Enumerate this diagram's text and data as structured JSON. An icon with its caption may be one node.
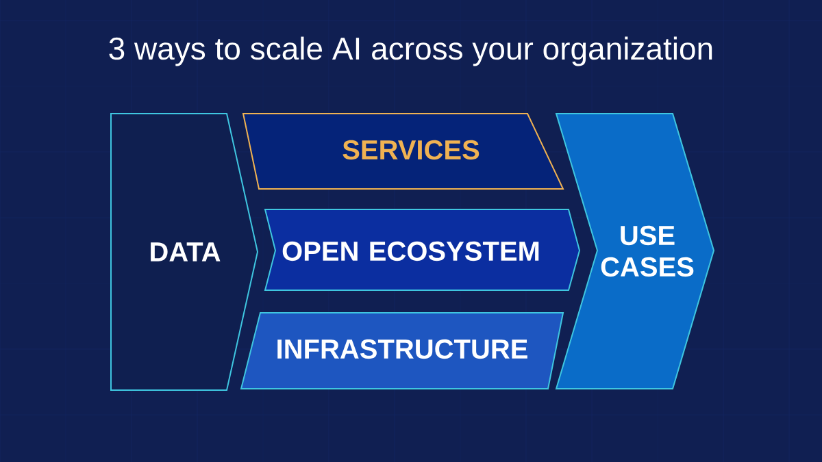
{
  "diagram": {
    "title": "3 ways to scale AI across your organization",
    "nodes": [
      {
        "text": [
          "DATA"
        ]
      },
      {
        "text": [
          "SERVICES"
        ]
      },
      {
        "text": [
          "OPEN ECOSYSTEM"
        ]
      },
      {
        "text": [
          "INFRASTRUCTURE"
        ]
      },
      {
        "text": [
          "USE CASES"
        ]
      }
    ],
    "edges": []
  }
}
